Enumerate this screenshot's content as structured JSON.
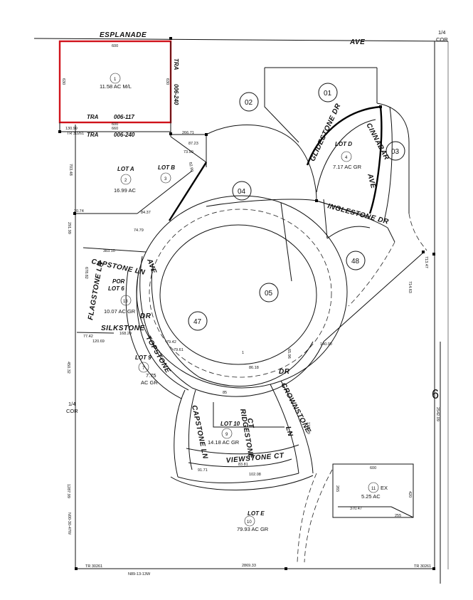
{
  "streets": {
    "esplanade": "ESPLANADE",
    "ave_top": "AVE",
    "cinnabar": "CINNABAR",
    "cinnabar_ave": "AVE",
    "glidestone": "GLIDESTONE DR",
    "inglestone": "INGLESTONE DR",
    "capstone_ln": "CAPSTONE LN",
    "ave_left": "AVE",
    "flagstone": "FLAGSTONE LN",
    "silkstone": "SILKSTONE",
    "topstone": "TOPSTONE",
    "topstone_dr": "DR",
    "ridgestone": "RIDGESTONE",
    "ridgestone_ct": "CT",
    "crownstone": "CROWNSTONE",
    "crownstone_ln": "LN",
    "capstone_ln2": "CAPSTONE LN",
    "viewstone": "VIEWSTONE CT",
    "dr_mid": "DR"
  },
  "tra": {
    "tra_117": "TRA",
    "tra_117_num": "006-117",
    "tra_240_bottom": "TRA",
    "tra_240_bottom_num": "006-240",
    "tra_240_side": "TRA",
    "tra_240_side_num": "006-240"
  },
  "lots": {
    "lot_a": "LOT A",
    "lot_b": "LOT B",
    "lot_d": "LOT D",
    "lot_6": "LOT 6",
    "lot_6_por": "POR",
    "lot_9": "LOT 9",
    "lot_10": "LOT 10",
    "lot_e": "LOT E"
  },
  "parcels": {
    "p1": "1",
    "p2": "2",
    "p3": "3",
    "p4": "4",
    "p7": "7",
    "p9": "9",
    "p10": "10",
    "p11": "11",
    "p13": "13",
    "p01": "01",
    "p02": "02",
    "p03": "03",
    "p04": "04",
    "p05": "05",
    "p47": "47",
    "p48": "48"
  },
  "areas": {
    "a1": "11.58 AC M/L",
    "a2": "16.99 AC",
    "a4": "7.17 AC GR",
    "a13": "10.07 AC GR",
    "a7": "7.75",
    "a7b": "AC GR",
    "a9": "14.18 AC GR",
    "a10": "79.93 AC GR",
    "a11": "5.25 AC",
    "a11_ex": "EX"
  },
  "corners": {
    "top_right_frac": "1/4",
    "top_right_cor": "COR",
    "left_frac": "1/4",
    "left_cor": "COR",
    "section": "6"
  },
  "tracts": {
    "tr_top_left": "TR 30261",
    "tr_bottom_left": "TR 30261",
    "tr_bottom_right": "TR 30261"
  },
  "dims": {
    "d600_top": "600",
    "d600_bot": "600",
    "d630_left": "630",
    "d630_right": "630",
    "d660": "660",
    "d130": "130.99",
    "d266": "266.71",
    "d703": "703.48",
    "d87": "87.23",
    "d73": "73.99",
    "d62": "62.99",
    "d20": "20.74",
    "d291": "291.99",
    "d84": "84.37",
    "d74": "74.79",
    "d383": "383.10",
    "d678": "678.82",
    "d77": "77.42",
    "d120": "120.69",
    "d168": "168.20",
    "d450": "450.32",
    "d1287": "1287.99",
    "n00": "N00-30-47W",
    "d2869": "2869.33",
    "n89": "N89-13-13W",
    "d2542": "2542.09",
    "d713": "713.47",
    "d714": "714.63",
    "d600_11": "600",
    "d265": "265",
    "d420": "420",
    "d370": "370.47",
    "d255": "255",
    "d140": "140.00",
    "d86": "86.18",
    "d79": "79.42",
    "d79b": "79.61",
    "d91": "91.71",
    "d102": "102.08",
    "d83": "83.81",
    "d125": "121.79",
    "d65": "65.96",
    "d1": "1",
    "d2": "85"
  }
}
